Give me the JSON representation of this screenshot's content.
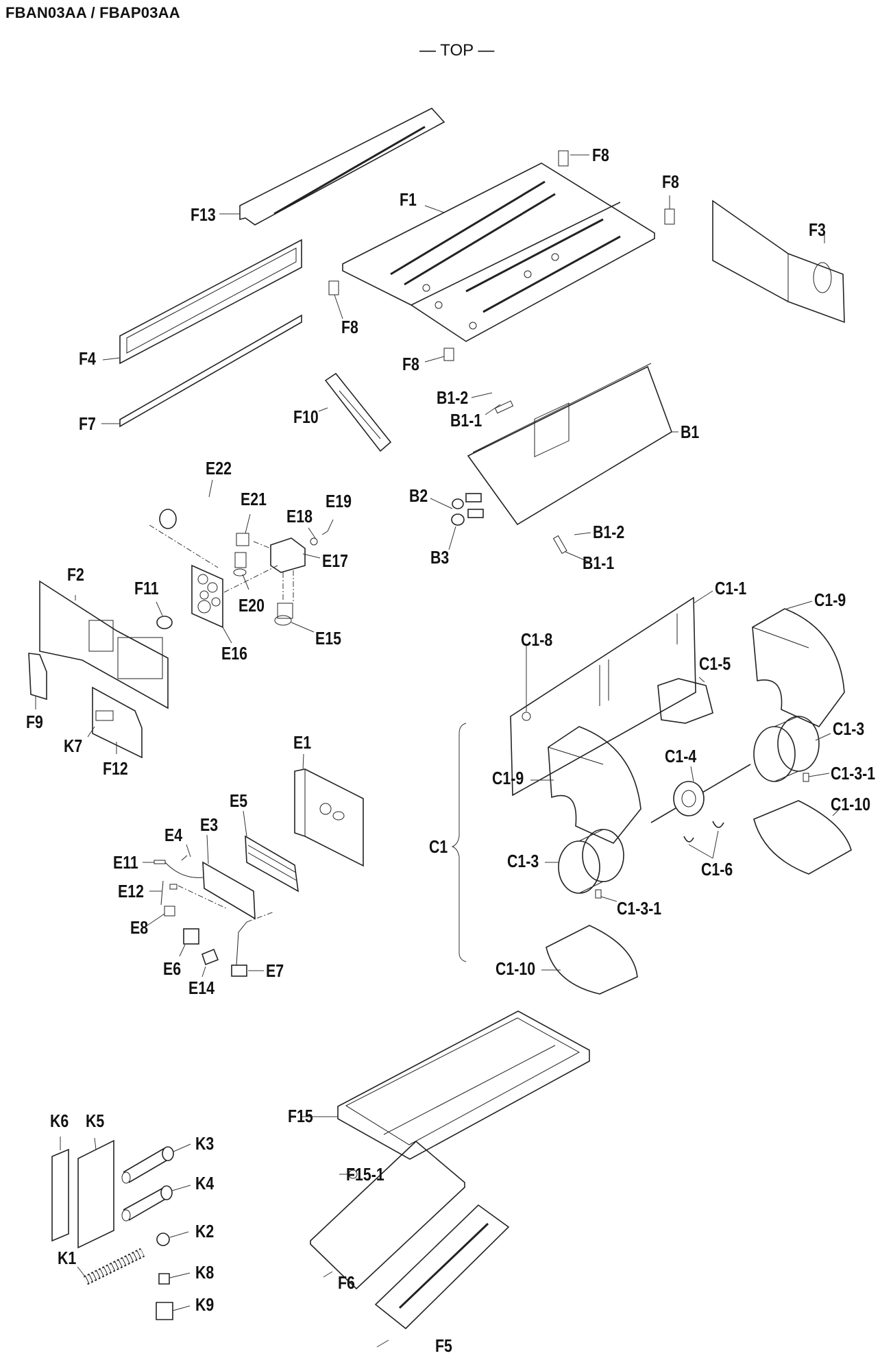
{
  "header": {
    "title": "FBAN03AA / FBAP03AA",
    "orientation": "— TOP —"
  },
  "groups": {
    "C1": "C1"
  },
  "labels": {
    "F13": "F13",
    "F1": "F1",
    "F8a": "F8",
    "F8b": "F8",
    "F8c": "F8",
    "F8d": "F8",
    "F3": "F3",
    "F4": "F4",
    "F7": "F7",
    "F10": "F10",
    "B1_2a": "B1-2",
    "B1_1a": "B1-1",
    "B1": "B1",
    "B2": "B2",
    "B3": "B3",
    "B1_2b": "B1-2",
    "B1_1b": "B1-1",
    "E22": "E22",
    "E21": "E21",
    "E18": "E18",
    "E19": "E19",
    "E17": "E17",
    "E20": "E20",
    "E16": "E16",
    "E15": "E15",
    "F2": "F2",
    "F11": "F11",
    "F9": "F9",
    "K7": "K7",
    "F12": "F12",
    "C1_1": "C1-1",
    "C1_9a": "C1-9",
    "C1_8": "C1-8",
    "C1_5": "C1-5",
    "C1_3a": "C1-3",
    "C1_3_1a": "C1-3-1",
    "C1_9b": "C1-9",
    "C1_4": "C1-4",
    "C1_10a": "C1-10",
    "C1_3b": "C1-3",
    "C1_6": "C1-6",
    "C1_3_1b": "C1-3-1",
    "C1_10b": "C1-10",
    "E1": "E1",
    "E5": "E5",
    "E4": "E4",
    "E3": "E3",
    "E11": "E11",
    "E12": "E12",
    "E8": "E8",
    "E6": "E6",
    "E14": "E14",
    "E7": "E7",
    "F15": "F15",
    "F15_1": "F15-1",
    "F6": "F6",
    "F5": "F5",
    "K6": "K6",
    "K5": "K5",
    "K3": "K3",
    "K4": "K4",
    "K2": "K2",
    "K1": "K1",
    "K8": "K8",
    "K9": "K9"
  }
}
